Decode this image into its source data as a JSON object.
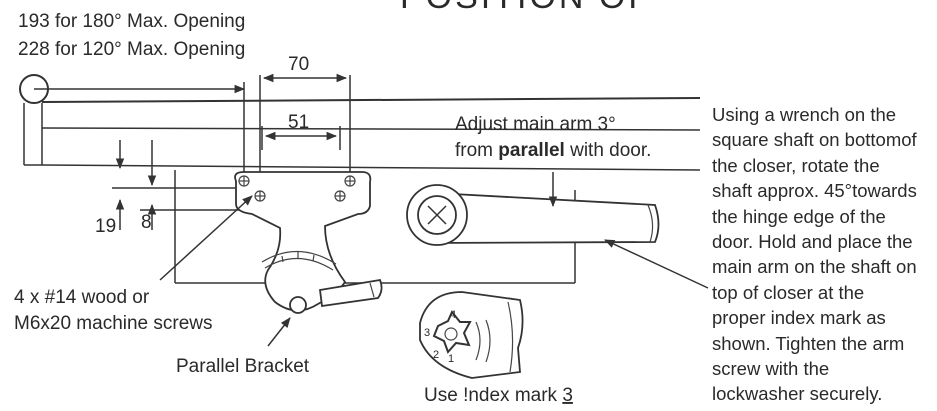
{
  "header_partial": "POSITION OF",
  "labels": {
    "opening_180": "193 for 180° Max. Opening",
    "opening_120": "228 for 120° Max. Opening",
    "dim_70": "70",
    "dim_51": "51",
    "dim_19": "19",
    "dim_8": "8",
    "adjust_line1": "Adjust main arm 3°",
    "adjust_line2_pre": "from ",
    "adjust_line2_bold": "parallel",
    "adjust_line2_post": " with door.",
    "screws_line1": "4 x #14 wood or",
    "screws_line2": "M6x20 machine screws",
    "bracket": "Parallel Bracket",
    "index_pre": "Use !ndex mark ",
    "index_num": "3",
    "dial_3": "3",
    "dial_4": "4",
    "dial_2": "2",
    "dial_1": "1"
  },
  "instructions": [
    "Using a wrench on the",
    "square shaft on bottomof",
    "the closer, rotate the",
    "shaft approx. 45°towards",
    "the hinge edge of the",
    "door. Hold and place the",
    "main arm on the shaft on",
    "top of closer at the",
    "proper index mark as",
    "shown. Tighten the arm",
    "screw with the",
    "lockwasher securely."
  ]
}
